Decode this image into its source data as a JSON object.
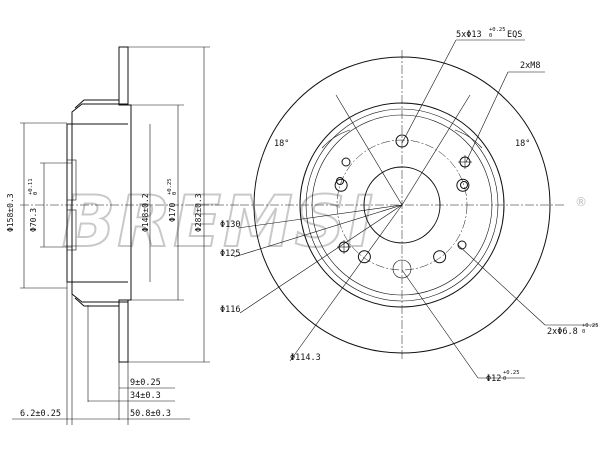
{
  "watermark": {
    "brand": "BREMSI",
    "registered": "®"
  },
  "side_view": {
    "dim_158": "Φ158±0.3",
    "dim_70": "Φ70.3",
    "dim_70_tol": "+0.11",
    "dim_70_tol_low": "0",
    "dim_148": "Φ148±0.2",
    "dim_170": "Φ170",
    "dim_170_tol": "+0.25",
    "dim_170_tol_low": "0",
    "dim_282": "Φ282±0.3",
    "dim_9": "9±0.25",
    "dim_34": "34±0.3",
    "dim_6_2": "6.2±0.25",
    "dim_50_8": "50.8±0.3"
  },
  "front_view": {
    "holes": "5xΦ13",
    "holes_tol": "+0.25",
    "holes_tol_low": "0",
    "holes_eqs": "EQS",
    "threads": "2xM8",
    "angle_left": "18°",
    "angle_right": "18°",
    "dim_130": "Φ130",
    "dim_125": "Φ125",
    "dim_116": "Φ116",
    "dim_114_3": "Φ114.3",
    "small_holes": "2xΦ6.8",
    "small_holes_tol": "+0.25",
    "small_holes_tol_low": "0",
    "center_hole": "Φ12",
    "center_hole_tol": "+0.25",
    "center_hole_tol_low": "0"
  }
}
